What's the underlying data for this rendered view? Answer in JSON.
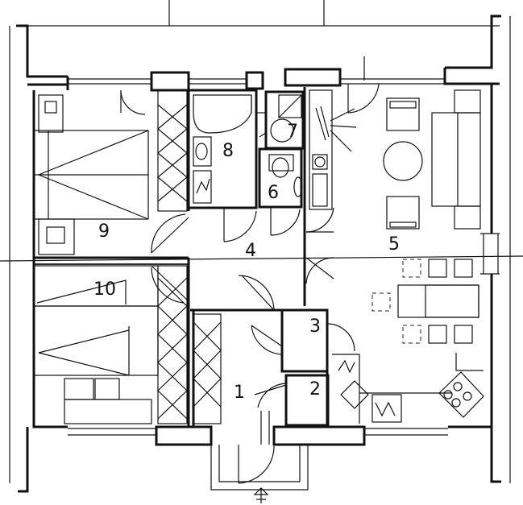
{
  "room_labels": {
    "r1": "1",
    "r2": "2",
    "r3": "3",
    "r4": "4",
    "r5": "5",
    "r6": "6",
    "r7": "7",
    "r8": "8",
    "r9": "9",
    "r10": "10"
  },
  "entrance_symbol": "entrance-arrow-icon"
}
